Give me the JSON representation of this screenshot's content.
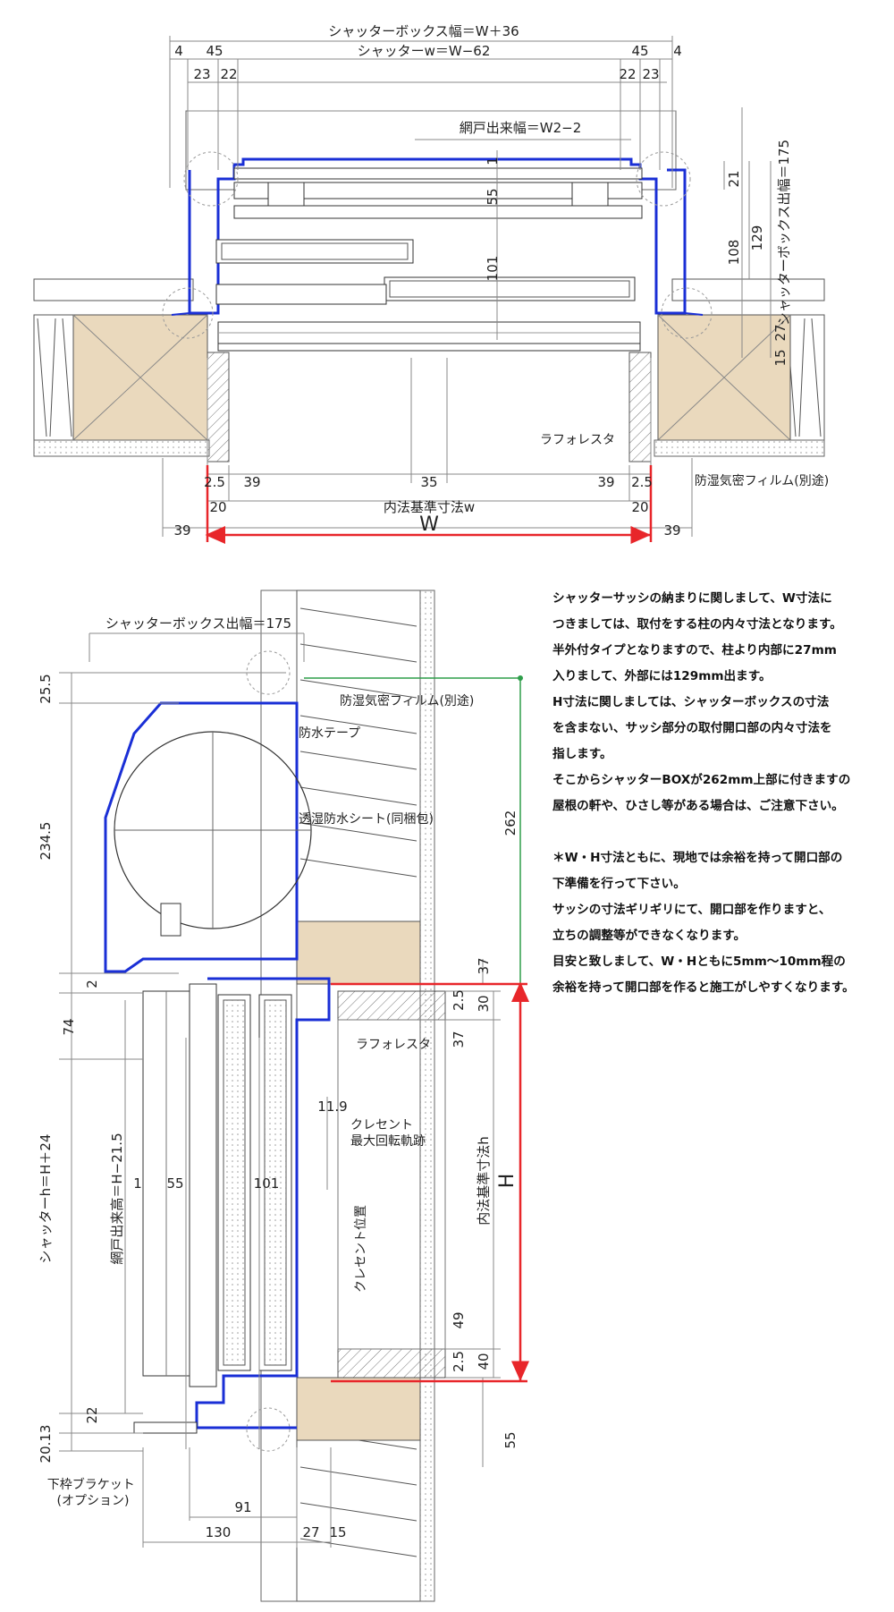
{
  "colors": {
    "frame_blue": "#1a2fd6",
    "dim_red": "#e8262a",
    "dim_green": "#2e9e4a",
    "wood": "#ead9bd",
    "line": "#444444"
  },
  "plan": {
    "dims": {
      "box_width": "シャッターボックス幅＝W＋36",
      "shutter_w": "シャッターw＝W−62",
      "screen_width": "網戸出来幅＝W2−2",
      "box_depth": "シャッターボックス出幅＝175",
      "inner_w": "内法基準寸法w",
      "w_label": "W",
      "t4l": "4",
      "t45l": "45",
      "t23l": "23",
      "t22l": "22",
      "t45r": "45",
      "t4r": "4",
      "t22r": "22",
      "t23r": "23",
      "r21": "21",
      "r108": "108",
      "r129": "129",
      "r27": "27",
      "r15": "15",
      "c1": "1",
      "c55": "55",
      "c101": "101",
      "b25l": "2.5",
      "b39l": "39",
      "b35": "35",
      "b39r": "39",
      "b25r": "2.5",
      "b20l": "20",
      "b20r": "20",
      "b39ol": "39",
      "b39or": "39"
    },
    "labels": {
      "lafore": "ラフォレスタ",
      "film": "防湿気密フィルム(別途)"
    }
  },
  "section": {
    "dims": {
      "box_depth": "シャッターボックス出幅＝175",
      "d255": "25.5",
      "d2345": "234.5",
      "d2": "2",
      "d74": "74",
      "shutter_h": "シャッターh＝H＋24",
      "screen_h": "網戸出来高＝H−21.5",
      "d1": "1",
      "d55": "55",
      "d101": "101",
      "d22": "22",
      "d2013": "20.13",
      "d91": "91",
      "d130": "130",
      "d27": "27",
      "d15": "15",
      "d262": "262",
      "d37a": "37",
      "d25a": "2.5",
      "d30": "30",
      "d37b": "37",
      "d119": "11.9",
      "d49": "49",
      "d25b": "2.5",
      "d40": "40",
      "d55b": "55",
      "inner_h": "内法基準寸法h",
      "h_label": "H"
    },
    "labels": {
      "film": "防湿気密フィルム(別途)",
      "tape": "防水テープ",
      "sheet": "透湿防水シート(同梱包)",
      "lafore": "ラフォレスタ",
      "crescent_track": "クレセント\n最大回転軌跡",
      "crescent_pos": "クレセント位置",
      "bracket": "下枠ブラケット\n(オプション)"
    }
  },
  "notes": [
    "シャッターサッシの納まりに関しまして、W寸法に",
    "つきましては、取付をする柱の内々寸法となります。",
    "半外付タイプとなりますので、柱より内部に27mm",
    "入りまして、外部には129mm出ます。",
    "H寸法に関しましては、シャッターボックスの寸法",
    "を含まない、サッシ部分の取付開口部の内々寸法を",
    "指します。",
    "そこからシャッターBOXが262mm上部に付きますの",
    "屋根の軒や、ひさし等がある場合は、ご注意下さい。",
    "",
    "＊W・H寸法ともに、現地では余裕を持って開口部の",
    "下準備を行って下さい。",
    "サッシの寸法ギリギリにて、開口部を作りますと、",
    "立ちの調整等ができなくなります。",
    "目安と致しまして、W・Hともに5mm〜10mm程の",
    "余裕を持って開口部を作ると施工がしやすくなります。"
  ]
}
